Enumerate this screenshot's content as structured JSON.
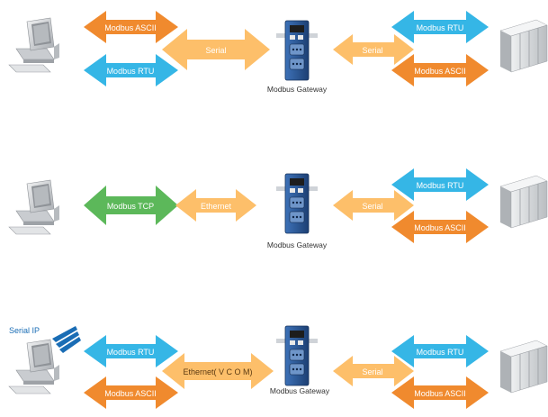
{
  "colors": {
    "orange": "#f08a2e",
    "blue": "#35b6e6",
    "green": "#5cb85a",
    "light_orange": "#fdbf6a",
    "gateway": "#2a5a9a",
    "plc": "#d7dade",
    "pc": "#d9dcdf"
  },
  "rows": [
    {
      "left_top": "Modbus   ASCII",
      "left_bottom": "Modbus   RTU",
      "link": "Serial",
      "gateway_caption": "Modbus   Gateway",
      "right_link": "Serial",
      "right_top": "Modbus   RTU",
      "right_bottom": "Modbus   ASCII"
    },
    {
      "left_single": "Modbus   TCP",
      "link": "Ethernet",
      "gateway_caption": "Modbus   Gateway",
      "right_link": "Serial",
      "right_top": "Modbus   RTU",
      "right_bottom": "Modbus   ASCII"
    },
    {
      "vcom_label": "Serial   IP",
      "left_top": "Modbus   RTU",
      "left_bottom": "Modbus   ASCII",
      "link": "Ethernet( V C O M)",
      "gateway_caption": "Modbus   Gateway",
      "right_link": "Serial",
      "right_top": "Modbus   RTU",
      "right_bottom": "Modbus   ASCII"
    }
  ]
}
